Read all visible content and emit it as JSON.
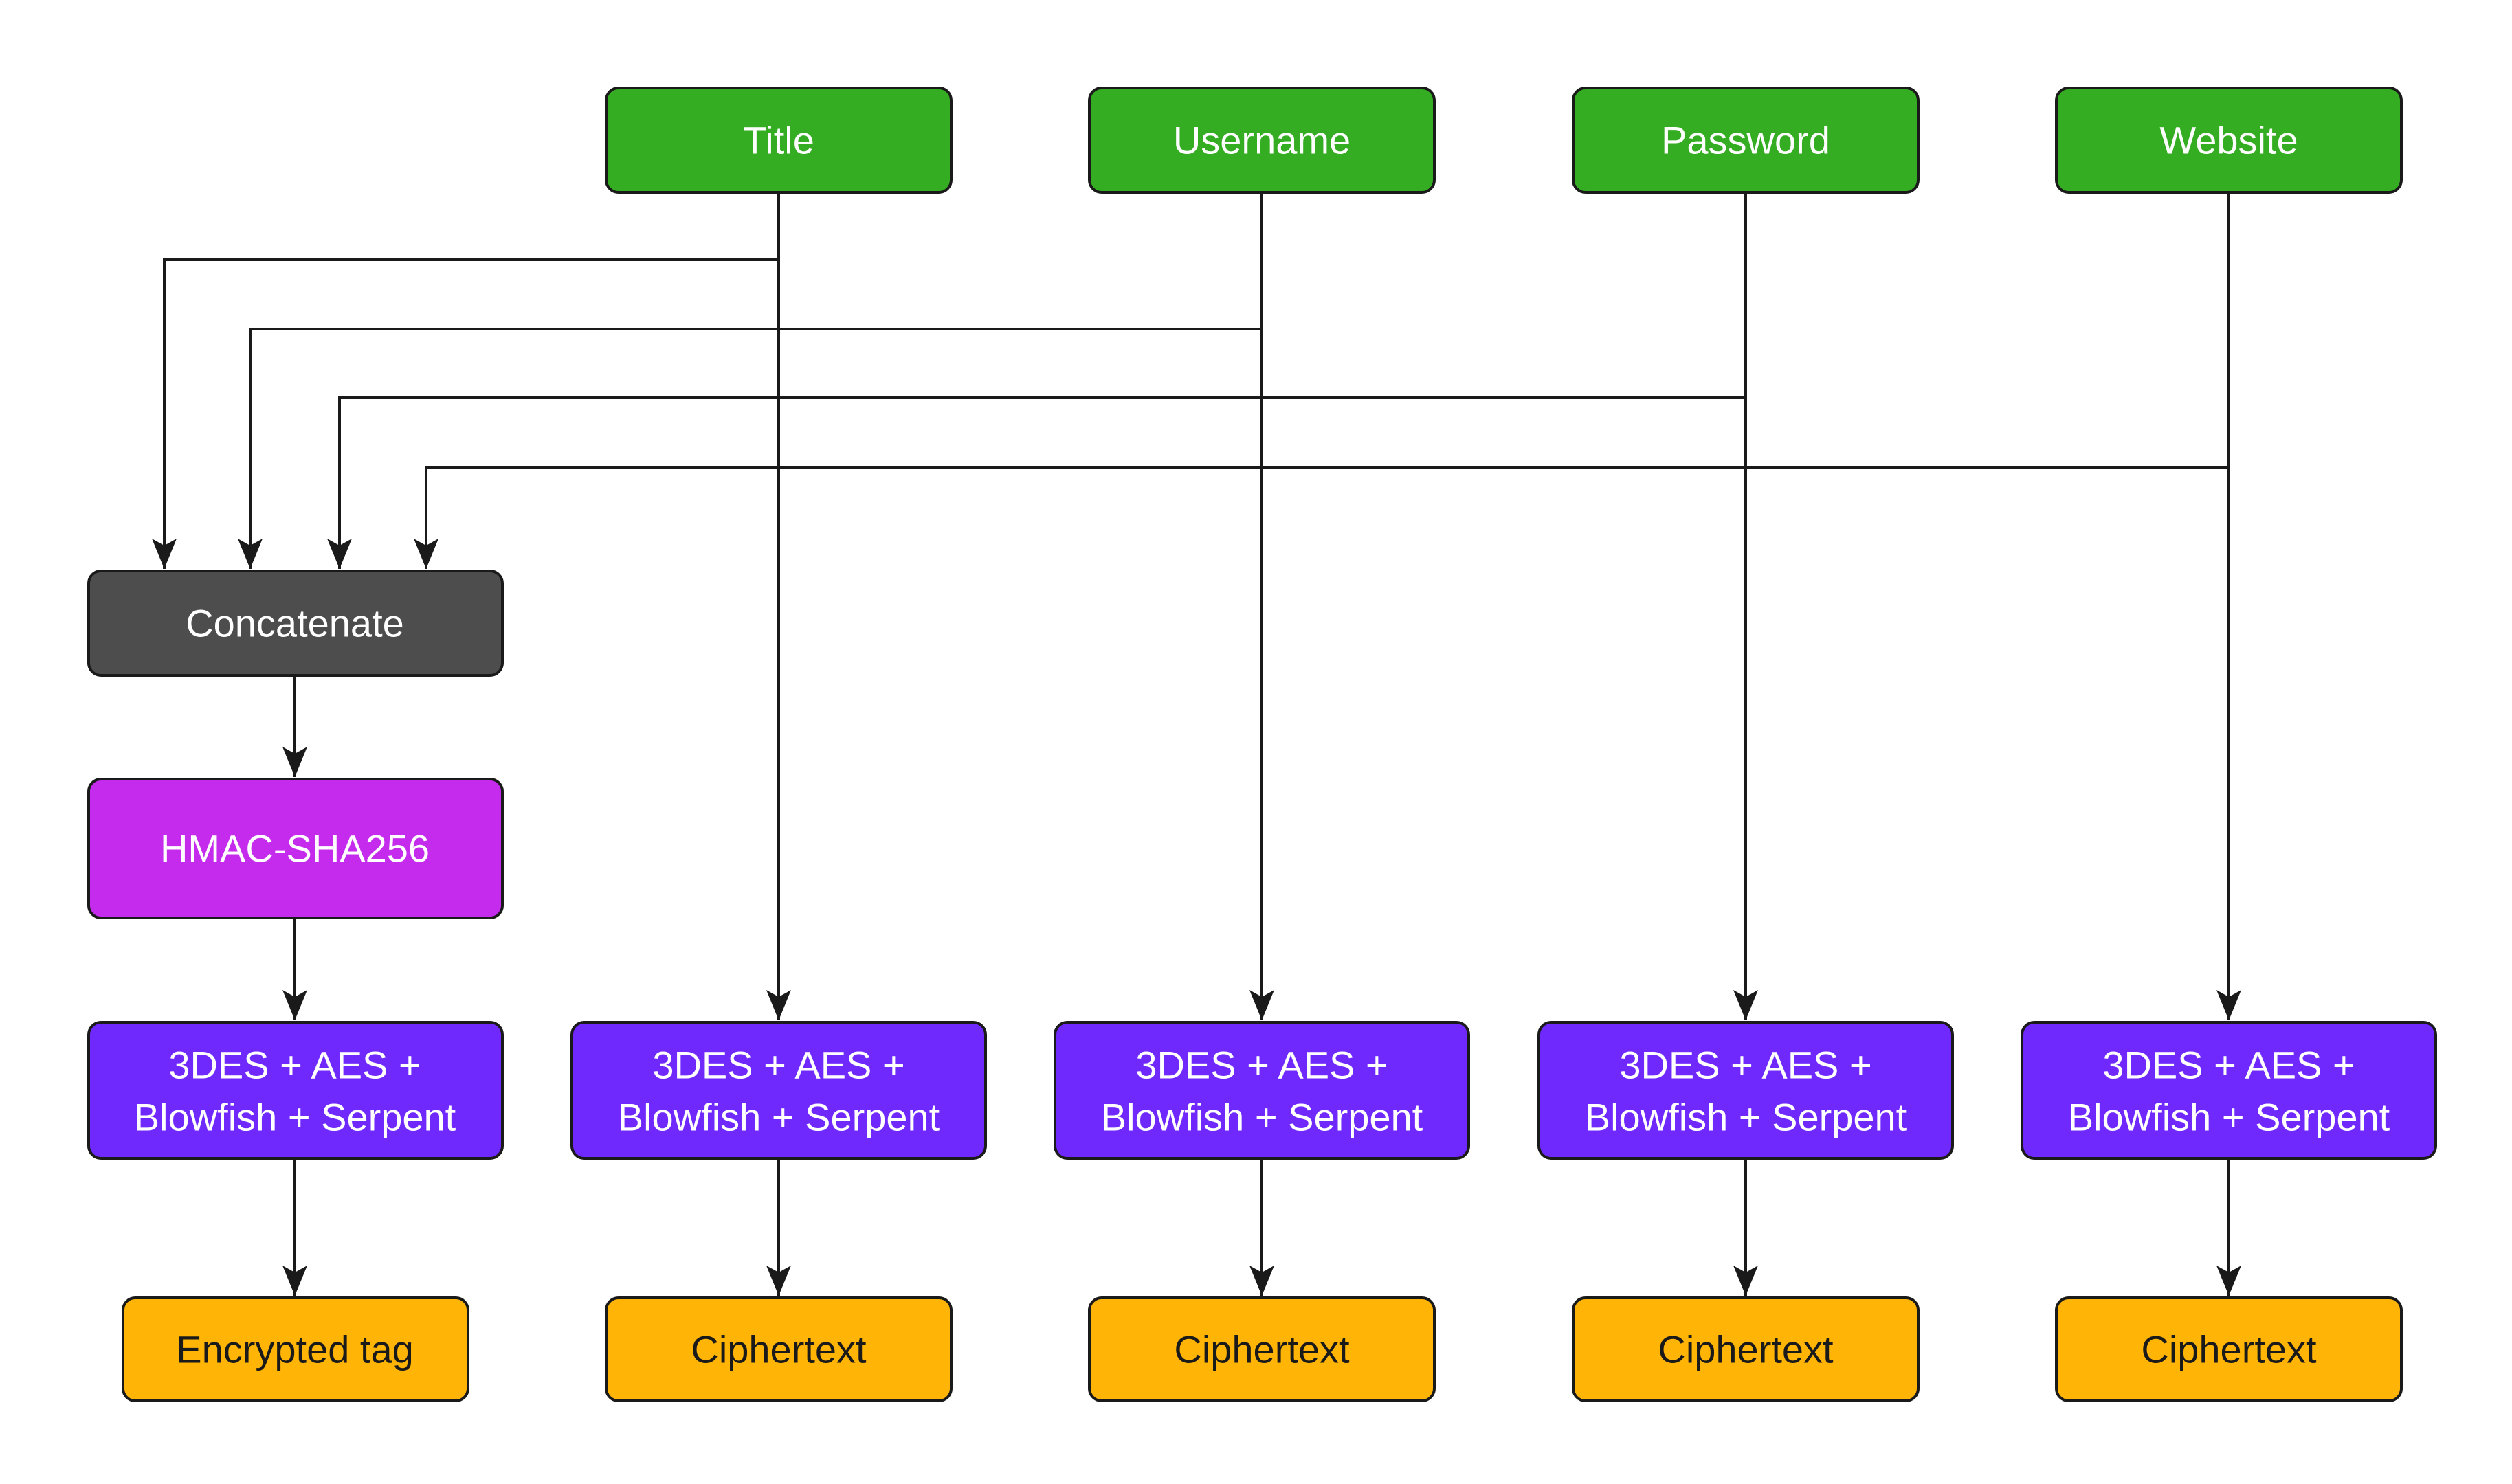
{
  "colors": {
    "input": "#35AD22",
    "concat": "#4D4D4D",
    "hmac": "#C42BED",
    "cipher": "#7029FD",
    "output": "#FFB406",
    "line": "#1A1A1A"
  },
  "inputs": {
    "title": "Title",
    "username": "Username",
    "password": "Password",
    "website": "Website"
  },
  "concat": "Concatenate",
  "hmac": "HMAC-SHA256",
  "cipher": {
    "line1": "3DES + AES +",
    "line2": "Blowfish + Serpent"
  },
  "outputs": {
    "tag": "Encrypted tag",
    "ciphertext": "Ciphertext"
  }
}
